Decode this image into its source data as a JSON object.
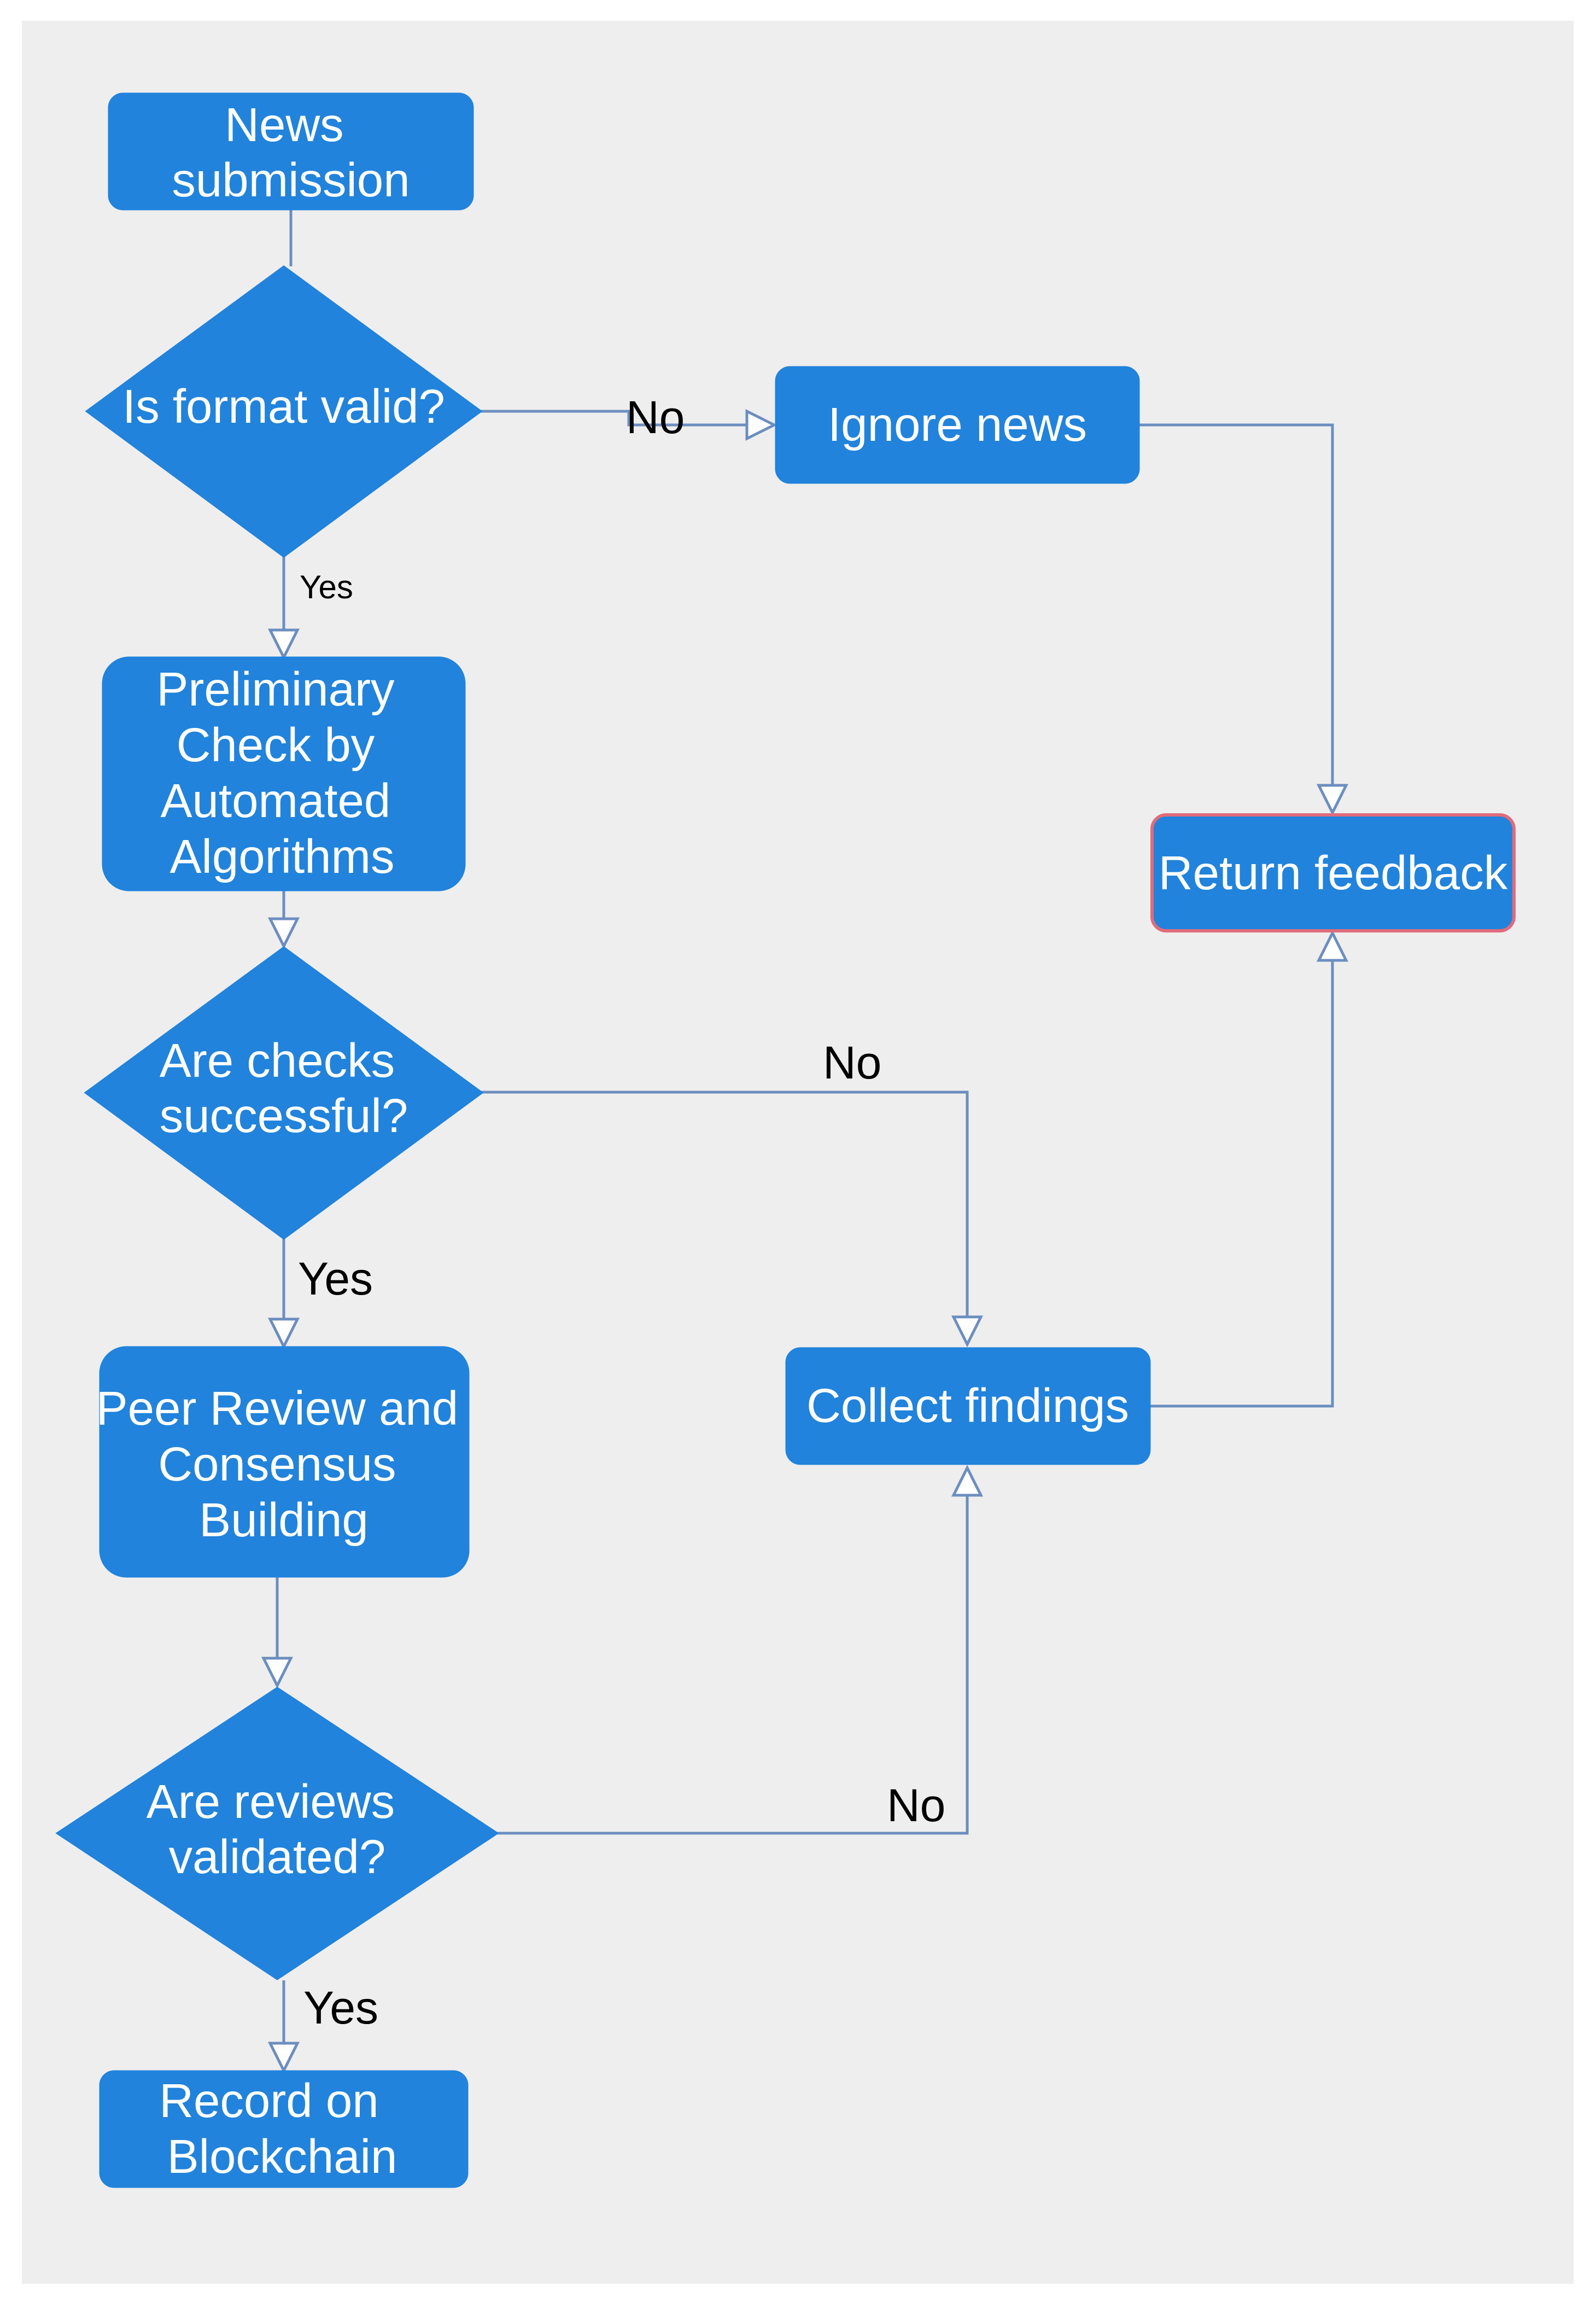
{
  "diagram": {
    "type": "flowchart",
    "colors": {
      "background": "#eeeeee",
      "node_fill": "#2183dc",
      "node_text": "#ffffff",
      "edge": "#6c8ebf",
      "highlight_border": "#e06c7a",
      "label_text": "#000000"
    },
    "nodes": {
      "news_submission": {
        "shape": "rounded-rectangle",
        "lines": [
          "News",
          "submission"
        ]
      },
      "format_valid": {
        "shape": "diamond",
        "lines": [
          "Is format valid?"
        ]
      },
      "ignore_news": {
        "shape": "rounded-rectangle",
        "lines": [
          "Ignore news"
        ]
      },
      "preliminary_check": {
        "shape": "rounded-rectangle",
        "lines": [
          "Preliminary",
          "Check by",
          "Automated",
          "Algorithms"
        ]
      },
      "return_feedback": {
        "shape": "rounded-rectangle",
        "lines": [
          "Return feedback"
        ],
        "highlighted": true
      },
      "checks_successful": {
        "shape": "diamond",
        "lines": [
          "Are checks",
          "successful?"
        ]
      },
      "peer_review": {
        "shape": "rounded-rectangle",
        "lines": [
          "Peer Review and",
          "Consensus",
          "Building"
        ]
      },
      "collect_findings": {
        "shape": "rounded-rectangle",
        "lines": [
          "Collect findings"
        ]
      },
      "reviews_validated": {
        "shape": "diamond",
        "lines": [
          "Are reviews",
          "validated?"
        ]
      },
      "record_blockchain": {
        "shape": "rounded-rectangle",
        "lines": [
          "Record on",
          "Blockchain"
        ]
      }
    },
    "edges": [
      {
        "from": "news_submission",
        "to": "format_valid",
        "label": ""
      },
      {
        "from": "format_valid",
        "to": "ignore_news",
        "label": "No"
      },
      {
        "from": "format_valid",
        "to": "preliminary_check",
        "label": "Yes"
      },
      {
        "from": "ignore_news",
        "to": "return_feedback",
        "label": ""
      },
      {
        "from": "preliminary_check",
        "to": "checks_successful",
        "label": ""
      },
      {
        "from": "checks_successful",
        "to": "collect_findings",
        "label": "No"
      },
      {
        "from": "checks_successful",
        "to": "peer_review",
        "label": "Yes"
      },
      {
        "from": "collect_findings",
        "to": "return_feedback",
        "label": ""
      },
      {
        "from": "peer_review",
        "to": "reviews_validated",
        "label": ""
      },
      {
        "from": "reviews_validated",
        "to": "collect_findings",
        "label": "No"
      },
      {
        "from": "reviews_validated",
        "to": "record_blockchain",
        "label": "Yes"
      }
    ]
  }
}
